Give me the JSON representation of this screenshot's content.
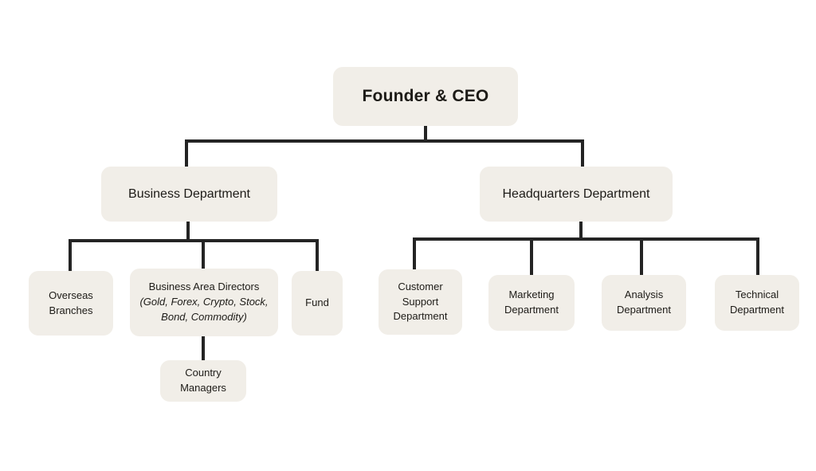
{
  "title": "Organizational chart",
  "colors": {
    "box_bg": "#f1eee8",
    "line": "#242424",
    "text": "#1d1b17",
    "page_bg": "#ffffff"
  },
  "chart_data": {
    "type": "org-chart",
    "root": "Founder & CEO",
    "tree": {
      "Founder & CEO": {
        "Business Department": {
          "Overseas Branches": {},
          "Business Area Directors (Gold, Forex, Crypto, Stock, Bond, Commodity)": {
            "Country Managers": {}
          },
          "Fund": {}
        },
        "Headquarters Department": {
          "Customer Support Department": {},
          "Marketing Department": {},
          "Analysis Department": {},
          "Technical Department": {}
        }
      }
    }
  },
  "nodes": {
    "ceo": {
      "label": "Founder & CEO"
    },
    "business": {
      "label": "Business Department"
    },
    "headquarters": {
      "label": "Headquarters Department"
    },
    "overseas": {
      "label": "Overseas Branches"
    },
    "directors": {
      "label": "Business Area Directors",
      "sub": "(Gold, Forex, Crypto, Stock, Bond, Commodity)"
    },
    "fund": {
      "label": "Fund"
    },
    "country": {
      "label": "Country Managers"
    },
    "customer": {
      "label": "Customer Support Department"
    },
    "marketing": {
      "label": "Marketing Department"
    },
    "analysis": {
      "label": "Analysis Department"
    },
    "technical": {
      "label": "Technical Department"
    }
  }
}
